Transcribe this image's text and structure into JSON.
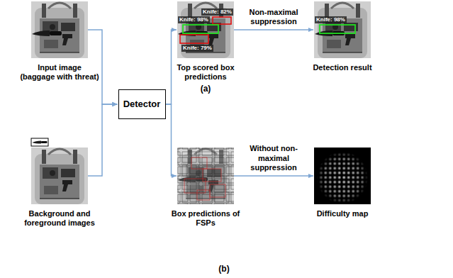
{
  "diagram": {
    "nodes": [
      {
        "text": [
          "Input image (baggage with threat)"
        ]
      },
      {
        "text": [
          "Background and foreground images"
        ]
      },
      {
        "text": [
          "Detector"
        ]
      },
      {
        "text": [
          "Knife: 82%",
          "Knife: 98%",
          "Knife: 79%",
          "Top scored box predictions"
        ]
      },
      {
        "text": [
          "Knife: 98%",
          "Detection result"
        ]
      },
      {
        "text": [
          "Box predictions of FSPs"
        ]
      },
      {
        "text": [
          "Difficulty map"
        ]
      }
    ],
    "edges": [
      {
        "from": 0,
        "to": 2,
        "arrow": "to"
      },
      {
        "from": 1,
        "to": 2,
        "arrow": "to"
      },
      {
        "from": 2,
        "to": 3,
        "arrow": "to"
      },
      {
        "from": 2,
        "to": 5,
        "arrow": "to"
      },
      {
        "from": 3,
        "to": 4,
        "arrow": "to",
        "label": "Non-maximal suppression"
      },
      {
        "from": 5,
        "to": 6,
        "arrow": "to",
        "label": "Without non-maximal suppression"
      }
    ],
    "labels": [
      "(a)",
      "(b)"
    ]
  }
}
